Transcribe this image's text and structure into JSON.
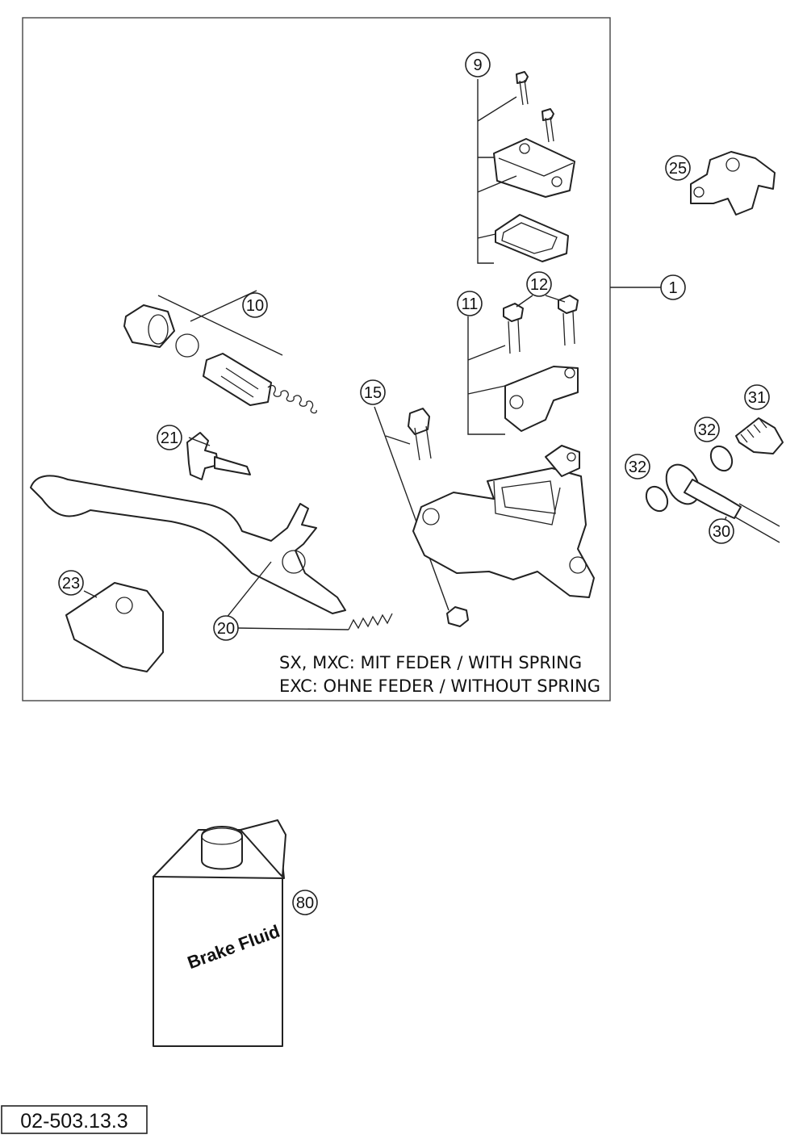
{
  "callouts": {
    "c1": "1",
    "c9": "9",
    "c10": "10",
    "c11": "11",
    "c12": "12",
    "c15": "15",
    "c20": "20",
    "c21": "21",
    "c23": "23",
    "c25": "25",
    "c30": "30",
    "c31": "31",
    "c32a": "32",
    "c32b": "32",
    "c80": "80"
  },
  "notes": {
    "line1": "SX, MXC: MIT FEDER / WITH SPRING",
    "line2": "EXC: OHNE FEDER / WITHOUT SPRING"
  },
  "bottle_label": "Brake Fluid",
  "diagram_code": "02-503.13.3"
}
